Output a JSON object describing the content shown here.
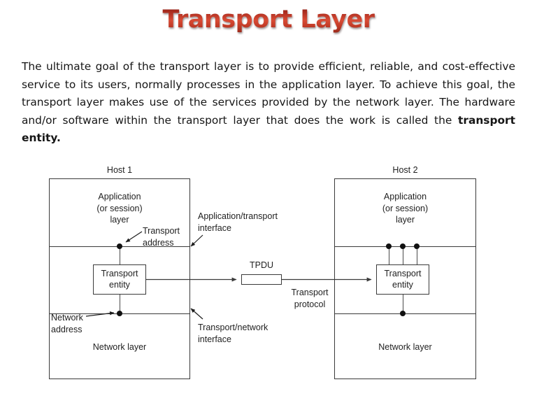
{
  "slide": {
    "title": "Transport Layer",
    "title_color": "#b5301f",
    "background": "#ffffff",
    "body_paragraph": {
      "lead": "The ultimate goal of the transport layer is to provide efficient, reliable, and cost-effective service to its users, normally processes in the application layer. To achieve this goal, the transport layer makes use of the services provided by the network layer. The hardware and/or software within the transport layer that does the work is called the ",
      "bold_tail": "transport entity."
    }
  },
  "diagram": {
    "hosts": [
      {
        "label": "Host 1",
        "application_layer": "Application\n(or session)\nlayer",
        "application_layer_line1": "Application",
        "application_layer_line2": "(or session)",
        "application_layer_line3": "layer",
        "transport_entity_line1": "Transport",
        "transport_entity_line2": "entity",
        "network_layer": "Network layer",
        "endpoint_dots": 1
      },
      {
        "label": "Host 2",
        "application_layer_line1": "Application",
        "application_layer_line2": "(or session)",
        "application_layer_line3": "layer",
        "transport_entity_line1": "Transport",
        "transport_entity_line2": "entity",
        "network_layer": "Network layer",
        "endpoint_dots": 3
      }
    ],
    "callouts": {
      "transport_address_line1": "Transport",
      "transport_address_line2": "address",
      "network_address_line1": "Network",
      "network_address_line2": "address",
      "app_transport_interface_line1": "Application/transport",
      "app_transport_interface_line2": "interface",
      "transport_network_interface_line1": "Transport/network",
      "transport_network_interface_line2": "interface",
      "tpdu": "TPDU",
      "transport_protocol_line1": "Transport",
      "transport_protocol_line2": "protocol"
    }
  }
}
